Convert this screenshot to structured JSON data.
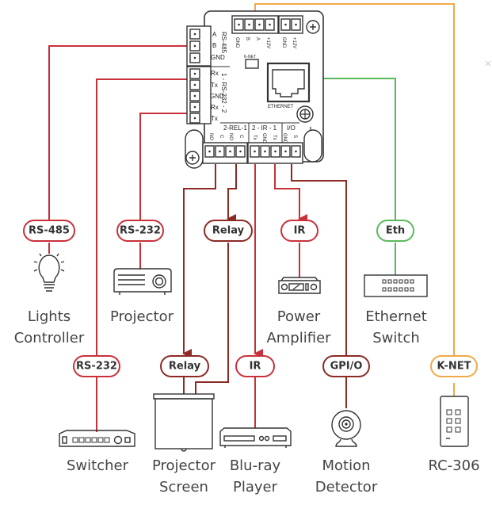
{
  "colors": {
    "red": "#c8313a",
    "dark_red": "#8c2a24",
    "green": "#5cb85c",
    "orange": "#f0a94a",
    "outline": "#333333",
    "text": "#444444"
  },
  "controller": {
    "ports": {
      "rs485": {
        "header": "RS-485",
        "pins": [
          "A",
          "B",
          "GND"
        ]
      },
      "rs232": {
        "header": "1 - RS-232 - 2",
        "pins": [
          "Rx",
          "Tx",
          "GND",
          "Rx",
          "Tx"
        ]
      },
      "knet": {
        "header": "K-NET",
        "pins": [
          "GND",
          "B",
          "A",
          "+12V"
        ]
      },
      "power": {
        "pins": [
          "GND",
          "+12V"
        ]
      },
      "ethernet": {
        "label": "ETHERNET"
      },
      "relay": {
        "header": "2-REL-1",
        "pins": [
          "NO",
          "C",
          "NO",
          "C"
        ]
      },
      "ir": {
        "header": "2 - IR - 1",
        "pins": [
          "Tx",
          "GND",
          "Tx"
        ]
      },
      "io": {
        "header": "I/O",
        "pins": [
          "GND",
          "S"
        ]
      }
    }
  },
  "connections": [
    {
      "id": "rs485",
      "tag": "RS-485",
      "device": [
        "Lights",
        "Controller"
      ],
      "icon": "lightbulb-icon"
    },
    {
      "id": "rs232-projector",
      "tag": "RS-232",
      "device": [
        "Projector"
      ],
      "icon": "projector-icon"
    },
    {
      "id": "relay-top",
      "tag": "Relay"
    },
    {
      "id": "ir-amp",
      "tag": "IR",
      "device": [
        "Power",
        "Amplifier"
      ],
      "icon": "amplifier-icon"
    },
    {
      "id": "eth",
      "tag": "Eth",
      "device": [
        "Ethernet",
        "Switch"
      ],
      "icon": "network-switch-icon"
    },
    {
      "id": "rs232-switcher",
      "tag": "RS-232",
      "device": [
        "Switcher"
      ],
      "icon": "switcher-icon"
    },
    {
      "id": "relay-screen",
      "tag": "Relay",
      "device": [
        "Projector",
        "Screen"
      ],
      "icon": "projector-screen-icon"
    },
    {
      "id": "ir-bluray",
      "tag": "IR",
      "device": [
        "Blu-ray",
        "Player"
      ],
      "icon": "bluray-player-icon"
    },
    {
      "id": "gpio",
      "tag": "GPI/O",
      "device": [
        "Motion",
        "Detector"
      ],
      "icon": "motion-detector-icon"
    },
    {
      "id": "knet",
      "tag": "K-NET",
      "device": [
        "RC-306"
      ],
      "icon": "keypad-icon"
    }
  ],
  "close_glyph": "×"
}
